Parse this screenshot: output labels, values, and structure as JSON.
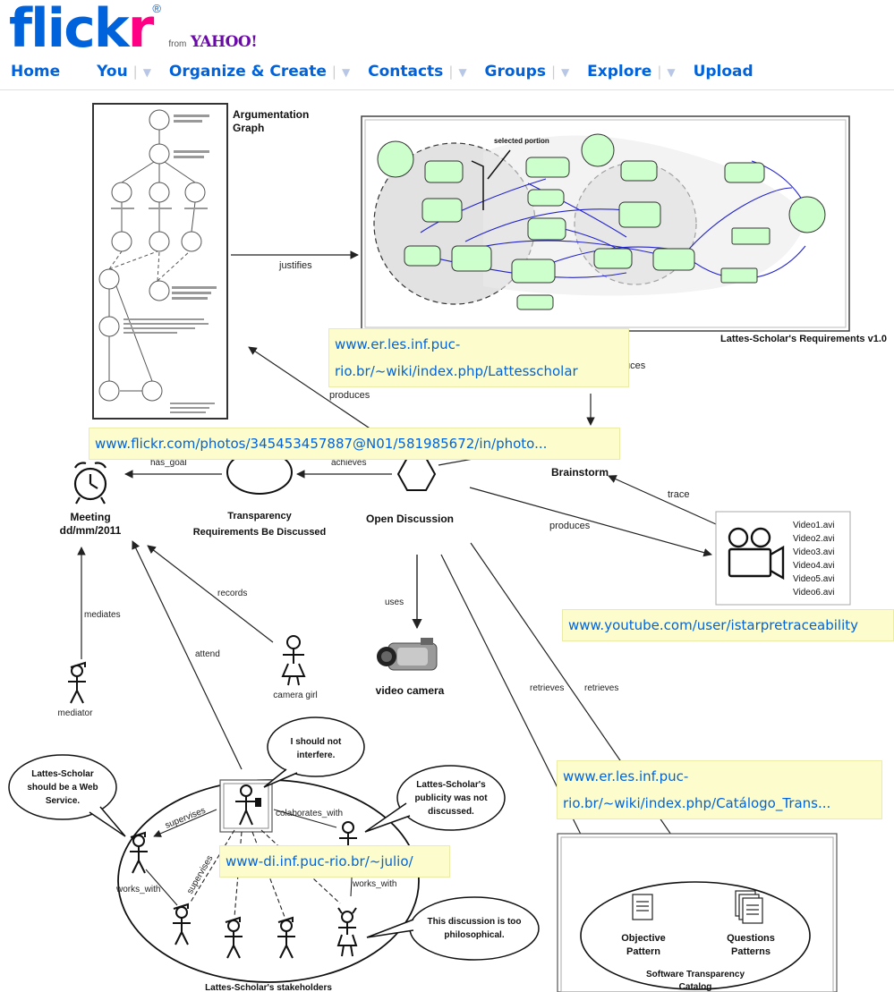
{
  "logo": {
    "flickr": "flickr",
    "from": "from",
    "yahoo": "YAHOO!"
  },
  "nav": [
    {
      "label": "Home",
      "dropdown": false
    },
    {
      "label": "You",
      "dropdown": true
    },
    {
      "label": "Organize & Create",
      "dropdown": true
    },
    {
      "label": "Contacts",
      "dropdown": true
    },
    {
      "label": "Groups",
      "dropdown": true
    },
    {
      "label": "Explore",
      "dropdown": true
    },
    {
      "label": "Upload",
      "dropdown": false
    }
  ],
  "diagram": {
    "argumentation_title": "Argumentation Graph",
    "argumentation_title_l1": "Argumentation",
    "argumentation_title_l2": "Graph",
    "requirements_caption": "Lattes-Scholar's Requirements v1.0",
    "selected_portion": "selected portion",
    "justifies": "justifies",
    "produces": "produces",
    "produces_right": "produces",
    "produces_top_partial": "uces",
    "has_goal": "has_goal",
    "achieves": "achieves",
    "brainstorm": "Brainstorm",
    "trace": "trace",
    "meeting_l1": "Meeting",
    "meeting_l2": "dd/mm/2011",
    "transparency_l1": "Transparency",
    "transparency_l2": "Requirements Be Discussed",
    "open_discussion": "Open Discussion",
    "videos": [
      "Video1.avi",
      "Video2.avi",
      "Video3.avi",
      "Video4.avi",
      "Video5.avi",
      "Video6.avi"
    ],
    "mediates": "mediates",
    "records": "records",
    "uses": "uses",
    "attend": "attend",
    "camera_girl": "camera girl",
    "video_camera": "video camera",
    "mediator": "mediator",
    "retrieves_1": "retrieves",
    "retrieves_2": "retrieves",
    "bubble_1_l1": "Lattes-Scholar",
    "bubble_1_l2": "should be a Web",
    "bubble_1_l3": "Service.",
    "bubble_2_l1": "I should not",
    "bubble_2_l2": "interfere.",
    "bubble_3_l1": "Lattes-Scholar's",
    "bubble_3_l2": "publicity was not",
    "bubble_3_l3": "discussed.",
    "bubble_4_l1": "This discussion is too",
    "bubble_4_l2": "philosophical.",
    "collaborates_with": "colaborates_with",
    "supervises": "supervises",
    "works_with_left": "works_with",
    "works_with_right": "works_with",
    "stakeholders": "Lattes-Scholar's stakeholders",
    "objective_l1": "Objective",
    "objective_l2": "Pattern",
    "questions_l1": "Questions",
    "questions_l2": "Patterns",
    "catalog_l1": "Software Transparency",
    "catalog_l2": "Catalog"
  },
  "notes": {
    "lattes_l1": "www.er.les.inf.puc-",
    "lattes_l2": "rio.br/~wiki/index.php/Lattesscholar",
    "flickr_photo": "www.flickr.com/photos/345453457887@N01/581985672/in/photo...",
    "youtube": "www.youtube.com/user/istarpretraceability",
    "catalogo_l1": "www.er.les.inf.puc-",
    "catalogo_l2": "rio.br/~wiki/index.php/Catálogo_Trans...",
    "julio": "www-di.inf.puc-rio.br/~julio/"
  },
  "colors": {
    "flickr_blue": "#0063dc",
    "flickr_pink": "#ff0084",
    "yahoo_purple": "#6b0aa8",
    "note_bg": "#fcfccc",
    "req_node": "#ccffcc"
  }
}
